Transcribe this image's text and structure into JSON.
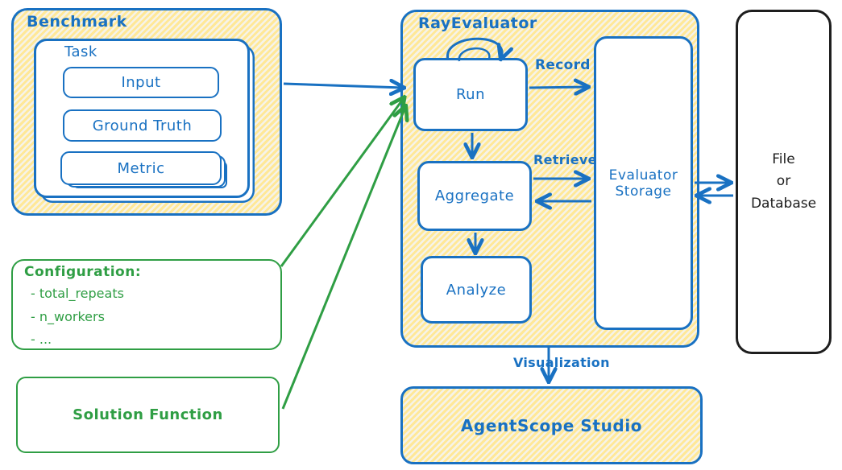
{
  "colors": {
    "blue": "#1971c2",
    "green": "#2f9e44",
    "black": "#1e1e1e",
    "yellow_fill": "#ffe897"
  },
  "benchmark": {
    "title": "Benchmark",
    "task": {
      "title": "Task",
      "items": [
        "Input",
        "Ground Truth",
        "Metric"
      ]
    }
  },
  "configuration": {
    "title": "Configuration:",
    "items": [
      "- total_repeats",
      "- n_workers",
      "- ..."
    ]
  },
  "solution": {
    "label": "Solution Function"
  },
  "evaluator": {
    "title": "RayEvaluator",
    "nodes": {
      "run": "Run",
      "aggregate": "Aggregate",
      "analyze": "Analyze",
      "storage": "Evaluator Storage"
    },
    "arrow_labels": {
      "record": "Record",
      "retrieve": "Retrieve"
    }
  },
  "storage_target": {
    "label": "File\nor\nDatabase"
  },
  "studio": {
    "label": "AgentScope Studio"
  },
  "visualization_label": "Visualization"
}
